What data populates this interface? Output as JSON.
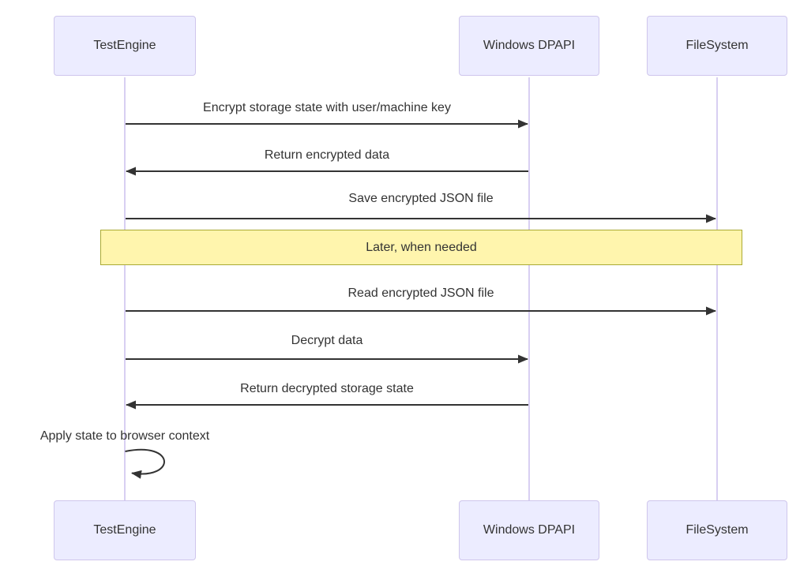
{
  "diagram": {
    "type": "sequence-diagram",
    "actors": [
      {
        "name": "TestEngine"
      },
      {
        "name": "Windows DPAPI"
      },
      {
        "name": "FileSystem"
      }
    ],
    "messages": [
      {
        "from": "TestEngine",
        "to": "Windows DPAPI",
        "label": "Encrypt storage state with user/machine key",
        "line": "solid",
        "direction": "right"
      },
      {
        "from": "Windows DPAPI",
        "to": "TestEngine",
        "label": "Return encrypted data",
        "line": "solid",
        "direction": "left"
      },
      {
        "from": "TestEngine",
        "to": "FileSystem",
        "label": "Save encrypted JSON file",
        "line": "solid",
        "direction": "right"
      },
      {
        "from": "TestEngine",
        "to": "FileSystem",
        "label": "Read encrypted JSON file",
        "line": "solid",
        "direction": "right"
      },
      {
        "from": "TestEngine",
        "to": "Windows DPAPI",
        "label": "Decrypt data",
        "line": "solid",
        "direction": "right"
      },
      {
        "from": "Windows DPAPI",
        "to": "TestEngine",
        "label": "Return decrypted storage state",
        "line": "solid",
        "direction": "left"
      },
      {
        "from": "TestEngine",
        "to": "TestEngine",
        "label": "Apply state to browser context",
        "line": "solid",
        "direction": "self"
      }
    ],
    "note": {
      "text": "Later, when needed",
      "over": [
        "TestEngine",
        "FileSystem"
      ]
    },
    "colors": {
      "actor_fill": "#ECECFF",
      "actor_border": "#cfc6ec",
      "lifeline": "#d8cff2",
      "note_fill": "#fff5ad",
      "note_border": "#aaaa33",
      "arrow": "#333333",
      "text": "#333333",
      "background": "#ffffff"
    }
  }
}
